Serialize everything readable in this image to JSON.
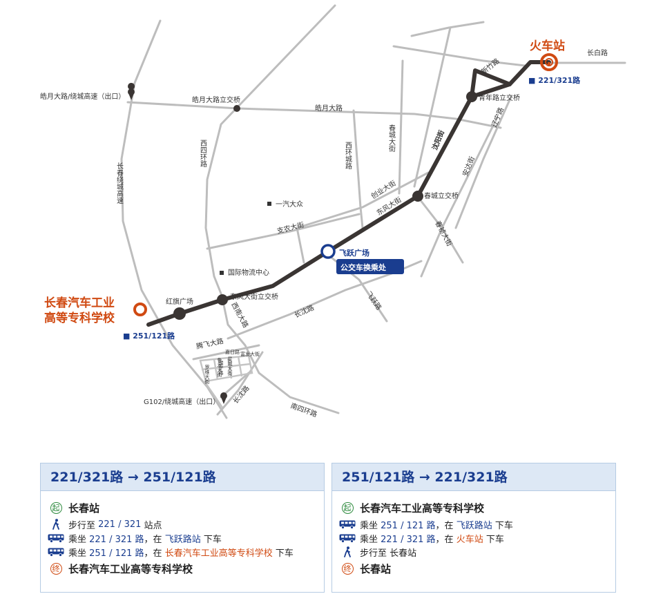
{
  "map": {
    "stations": {
      "train": "火车站",
      "school_line1": "长春汽车工业",
      "school_line2": "高等专科学校",
      "feiyue": "飞跃广场",
      "transfer": "公交车换乘处",
      "route_train": "■ 221/321路",
      "route_school": "■ 251/121路"
    },
    "labels": {
      "changbai": "长白路",
      "xinzhu": "新竹路",
      "qingnian": "青年路立交桥",
      "haoyue_exit": "皓月大路/绕城高速（出口）",
      "haoyue_bridge": "皓月大路立交桥",
      "haoyue_road": "皓月大路",
      "liaoning": "辽宁路",
      "chuncheng_st": "春城大街",
      "xihuan": "西环城路",
      "xisihuan": "西四环路",
      "changchun_ring": "长春绕城高速",
      "shenyang": "沈阳街",
      "anda": "安达街",
      "chuncheng_bridge": "春城立交桥",
      "chuangye": "创业大街",
      "dongfeng": "东风大街",
      "yiqi": "一汽大众",
      "zhinong": "支农大街",
      "chunzhen": "春祯大街",
      "wuliu": "国际物流中心",
      "hongqi": "红旗广场",
      "dongfeng_bridge": "东风大街立交桥",
      "xinan": "西南大路",
      "changshen1": "长沈路",
      "feiyue_road": "飞跃路",
      "tengfei": "腾飞大路",
      "g102": "G102/绕城高速（出口）",
      "changshen2": "长沈路",
      "nansihuan": "南四环路",
      "xiaolu1": "罗维大街",
      "xiaolu2": "鲁发大街",
      "xiaolu3": "星城大街",
      "xiaolu4": "富发大街",
      "xiaolu5": "嘉日路",
      "xiaolu6": "瑞宁路"
    }
  },
  "panels": [
    {
      "title": "221/321路 → 251/121路",
      "start_icon": "起",
      "start": "长春站",
      "steps": [
        {
          "icon": "walk-icon",
          "parts": [
            {
              "t": "步行至 ",
              "c": ""
            },
            {
              "t": "221 / 321",
              "c": "blue"
            },
            {
              "t": " 站点",
              "c": ""
            }
          ]
        },
        {
          "icon": "bus-icon",
          "parts": [
            {
              "t": "乘坐 ",
              "c": ""
            },
            {
              "t": "221 / 321 路",
              "c": "blue"
            },
            {
              "t": "，在 ",
              "c": ""
            },
            {
              "t": "飞跃路站",
              "c": "blue"
            },
            {
              "t": " 下车",
              "c": ""
            }
          ]
        },
        {
          "icon": "bus-icon",
          "parts": [
            {
              "t": "乘坐 ",
              "c": ""
            },
            {
              "t": "251 / 121 路",
              "c": "blue"
            },
            {
              "t": "，在 ",
              "c": ""
            },
            {
              "t": "长春汽车工业高等专科学校",
              "c": "orange"
            },
            {
              "t": " 下车",
              "c": ""
            }
          ]
        }
      ],
      "end_icon": "终",
      "end": "长春汽车工业高等专科学校"
    },
    {
      "title": "251/121路 → 221/321路",
      "start_icon": "起",
      "start": "长春汽车工业高等专科学校",
      "steps": [
        {
          "icon": "bus-icon",
          "parts": [
            {
              "t": "乘坐 ",
              "c": ""
            },
            {
              "t": "251 / 121 路",
              "c": "blue"
            },
            {
              "t": "，在 ",
              "c": ""
            },
            {
              "t": "飞跃路站",
              "c": "blue"
            },
            {
              "t": " 下车",
              "c": ""
            }
          ]
        },
        {
          "icon": "bus-icon",
          "parts": [
            {
              "t": "乘坐 ",
              "c": ""
            },
            {
              "t": "221 / 321 路",
              "c": "blue"
            },
            {
              "t": "，在 ",
              "c": ""
            },
            {
              "t": "火车站",
              "c": "orange"
            },
            {
              "t": " 下车",
              "c": ""
            }
          ]
        },
        {
          "icon": "walk-icon",
          "parts": [
            {
              "t": "步行至 长春站",
              "c": ""
            }
          ]
        }
      ],
      "end_icon": "终",
      "end": "长春站"
    }
  ],
  "colors": {
    "route": "#3a3533",
    "road": "#bdbdbd",
    "blue": "#1a3d8f",
    "orange": "#d04a12",
    "green": "#2e8b3e"
  }
}
